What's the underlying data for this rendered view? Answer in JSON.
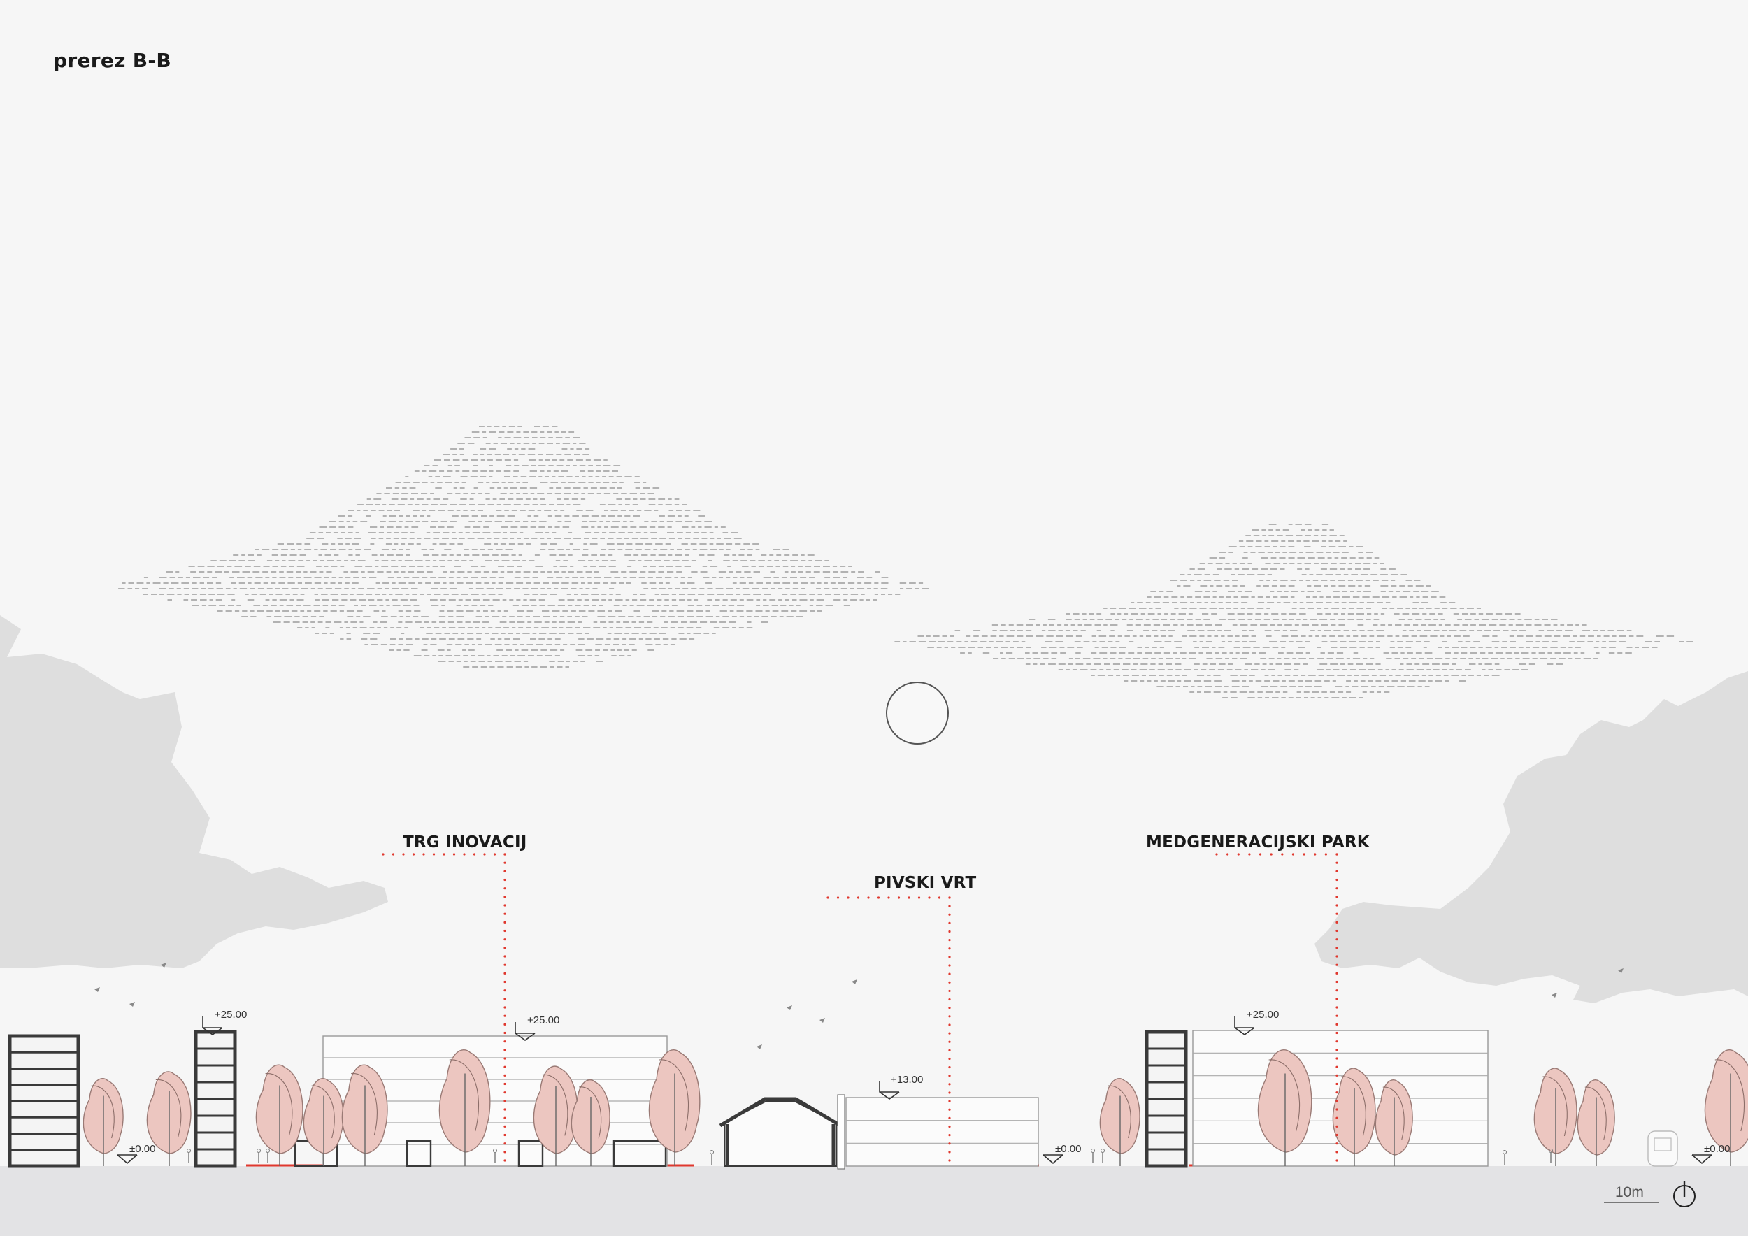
{
  "sheet": {
    "title": "prerez B-B"
  },
  "zones": {
    "trg": "TRG INOVACIJ",
    "pivski": "PIVSKI VRT",
    "park": "MEDGENERACIJSKI PARK"
  },
  "levels": {
    "ground": "±0.00",
    "high": "+25.00",
    "brewery": "+13.00"
  },
  "scale": {
    "label": "10m"
  },
  "colors": {
    "background": "#f6f6f6",
    "ground": "#e3e3e5",
    "accent_red": "#e0382e",
    "tree_fill": "#ecc6c0",
    "foliage_gray": "#dedede",
    "line": "#3a3a3a"
  },
  "icons": {
    "north": "north-arrow-icon",
    "sun": "sun-icon"
  }
}
